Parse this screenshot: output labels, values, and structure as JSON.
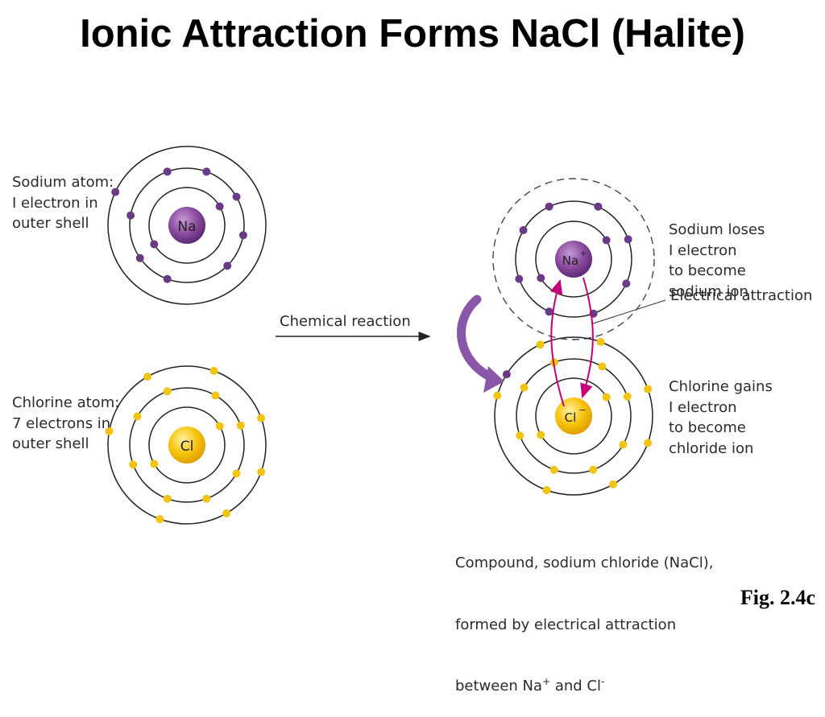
{
  "title": "Ionic Attraction Forms NaCl (Halite)",
  "labels": {
    "sodium_atom": [
      "Sodium atom:",
      "I electron in",
      "outer shell"
    ],
    "chlorine_atom": [
      "Chlorine atom:",
      "7 electrons in",
      "outer shell"
    ],
    "chemical_reaction": "Chemical reaction",
    "sodium_loses": [
      "Sodium loses",
      "I electron",
      "to become",
      "sodium ion"
    ],
    "electrical_attraction": "Electrical attraction",
    "chlorine_gains": [
      "Chlorine gains",
      "I electron",
      "to become",
      "chloride ion"
    ],
    "compound_line1": "Compound, sodium chloride (NaCl),",
    "compound_line2": "formed by electrical attraction",
    "compound_line3_a": "between Na",
    "compound_line3_plus": "+",
    "compound_line3_b": " and Cl",
    "compound_line3_minus": "-",
    "figure": "Fig. 2.4c"
  },
  "nuclei": {
    "na": "Na",
    "cl": "Cl",
    "na_ion": "Na",
    "na_ion_charge": "+",
    "cl_ion": "Cl",
    "cl_ion_charge": "−"
  },
  "colors": {
    "na_nucleus": "#7e3b90",
    "na_electron": "#6b3a86",
    "cl_nucleus": "#f6b400",
    "cl_electron": "#f1c40f",
    "attraction_arrow": "#c2007a",
    "curved_arrow": "#8a56a8"
  }
}
